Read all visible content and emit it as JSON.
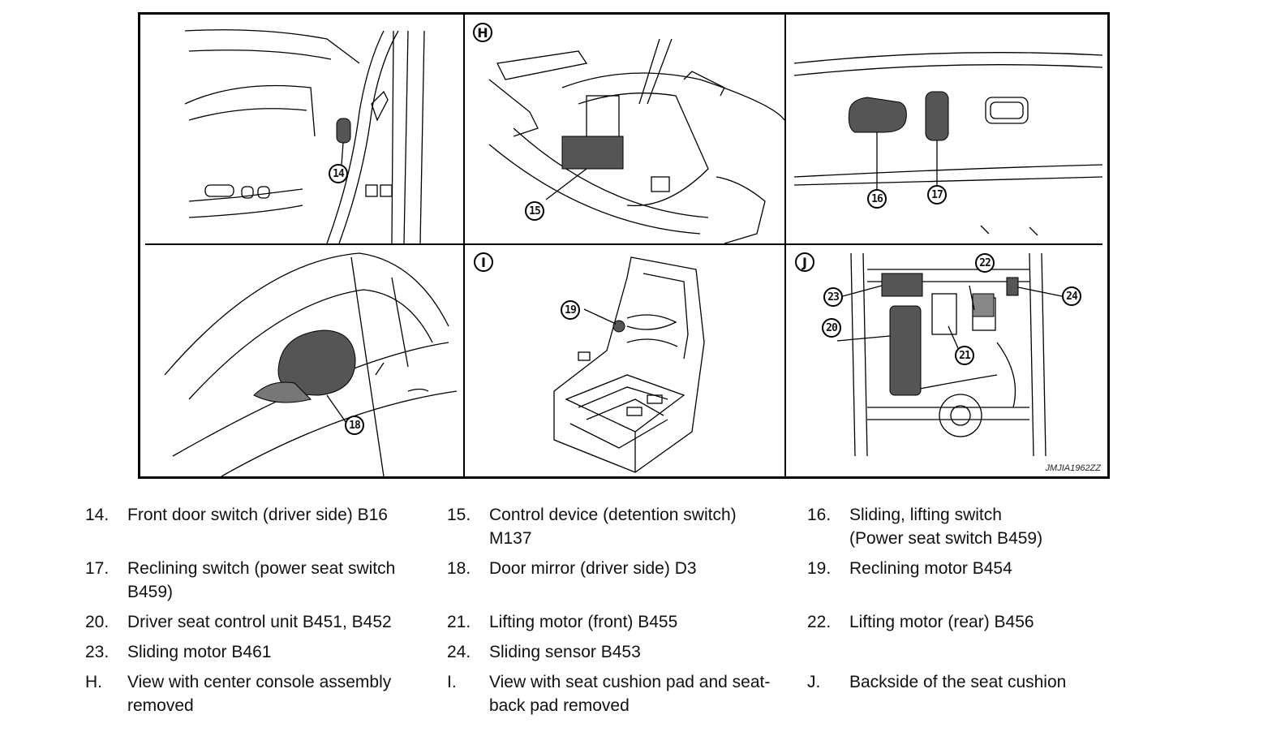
{
  "figure": {
    "code": "JMJIA1962ZZ",
    "view_letters": {
      "H": "H",
      "I": "I",
      "J": "J"
    },
    "callouts": [
      "14",
      "15",
      "16",
      "17",
      "18",
      "19",
      "20",
      "21",
      "22",
      "23",
      "24"
    ]
  },
  "legend": [
    {
      "num": "14.",
      "text": "Front door switch (driver side) B16"
    },
    {
      "num": "15.",
      "text": "Control device (detention switch)\nM137"
    },
    {
      "num": "16.",
      "text": "Sliding, lifting switch\n (Power seat switch B459)"
    },
    {
      "num": "17.",
      "text": "Reclining switch (power seat switch\nB459)"
    },
    {
      "num": "18.",
      "text": " Door mirror (driver side) D3"
    },
    {
      "num": "19.",
      "text": "Reclining motor B454"
    },
    {
      "num": "20.",
      "text": " Driver seat control unit B451, B452"
    },
    {
      "num": "21.",
      "text": "Lifting motor (front) B455"
    },
    {
      "num": "22.",
      "text": "Lifting motor (rear) B456"
    },
    {
      "num": "23.",
      "text": "Sliding motor B461"
    },
    {
      "num": "24.",
      "text": "Sliding sensor B453"
    },
    {
      "num": "H.",
      "text": "View with center console assembly\nremoved"
    },
    {
      "num": "I.",
      "text": "View with seat cushion pad and seat-\nback pad removed"
    },
    {
      "num": "J.",
      "text": "Backside of the seat cushion"
    }
  ]
}
